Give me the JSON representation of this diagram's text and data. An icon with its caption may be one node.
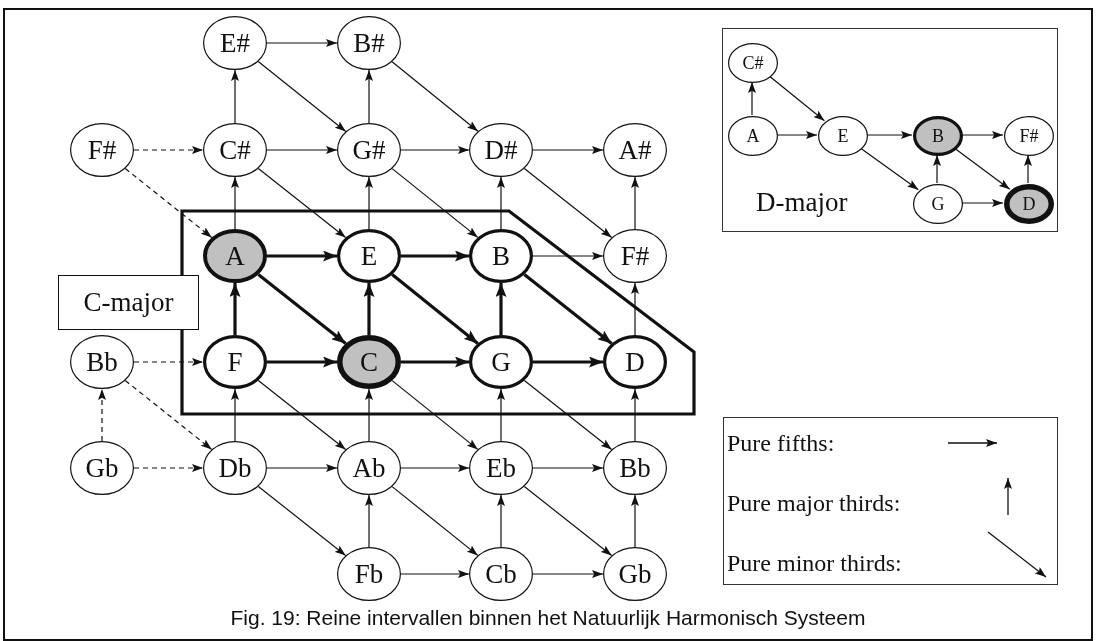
{
  "diagram": {
    "caption": "Fig. 19: Reine intervallen binnen het Natuurlijk Harmonisch Systeem",
    "nodes": [
      {
        "text": [
          "E#"
        ]
      },
      {
        "text": [
          "B#"
        ]
      },
      {
        "text": [
          "F#"
        ]
      },
      {
        "text": [
          "C#"
        ]
      },
      {
        "text": [
          "G#"
        ]
      },
      {
        "text": [
          "D#"
        ]
      },
      {
        "text": [
          "A#"
        ]
      },
      {
        "text": [
          "C-major"
        ]
      },
      {
        "text": [
          "A"
        ],
        "in": 7
      },
      {
        "text": [
          "E"
        ],
        "in": 7
      },
      {
        "text": [
          "B"
        ],
        "in": 7
      },
      {
        "text": [
          "F#"
        ]
      },
      {
        "text": [
          "Bb"
        ]
      },
      {
        "text": [
          "F"
        ],
        "in": 7
      },
      {
        "text": [
          "C"
        ],
        "in": 7
      },
      {
        "text": [
          "G"
        ],
        "in": 7
      },
      {
        "text": [
          "D"
        ],
        "in": 7
      },
      {
        "text": [
          "Gb"
        ]
      },
      {
        "text": [
          "Db"
        ]
      },
      {
        "text": [
          "Ab"
        ]
      },
      {
        "text": [
          "Eb"
        ]
      },
      {
        "text": [
          "Bb"
        ]
      },
      {
        "text": [
          "Fb"
        ]
      },
      {
        "text": [
          "Cb"
        ]
      },
      {
        "text": [
          "Gb"
        ]
      },
      {
        "text": [
          "D-major"
        ]
      },
      {
        "text": [
          "C#"
        ],
        "in": 25
      },
      {
        "text": [
          "A"
        ],
        "in": 25
      },
      {
        "text": [
          "E"
        ],
        "in": 25
      },
      {
        "text": [
          "B"
        ],
        "in": 25
      },
      {
        "text": [
          "F#"
        ],
        "in": 25
      },
      {
        "text": [
          "G"
        ],
        "in": 25
      },
      {
        "text": [
          "D"
        ],
        "in": 25
      }
    ],
    "edges": [
      {
        "from": 0,
        "to": 1,
        "arrow": "to"
      },
      {
        "from": 2,
        "to": 3,
        "arrow": "to",
        "style": "dashed"
      },
      {
        "from": 3,
        "to": 4,
        "arrow": "to"
      },
      {
        "from": 4,
        "to": 5,
        "arrow": "to"
      },
      {
        "from": 5,
        "to": 6,
        "arrow": "to"
      },
      {
        "from": 8,
        "to": 9,
        "arrow": "to",
        "style": "thick"
      },
      {
        "from": 9,
        "to": 10,
        "arrow": "to",
        "style": "thick"
      },
      {
        "from": 10,
        "to": 11,
        "arrow": "to"
      },
      {
        "from": 12,
        "to": 13,
        "arrow": "to",
        "style": "dashed"
      },
      {
        "from": 13,
        "to": 14,
        "arrow": "to",
        "style": "thick"
      },
      {
        "from": 14,
        "to": 15,
        "arrow": "to",
        "style": "thick"
      },
      {
        "from": 15,
        "to": 16,
        "arrow": "to",
        "style": "thick"
      },
      {
        "from": 17,
        "to": 18,
        "arrow": "to",
        "style": "dashed"
      },
      {
        "from": 18,
        "to": 19,
        "arrow": "to"
      },
      {
        "from": 19,
        "to": 20,
        "arrow": "to"
      },
      {
        "from": 20,
        "to": 21,
        "arrow": "to"
      },
      {
        "from": 22,
        "to": 23,
        "arrow": "to"
      },
      {
        "from": 23,
        "to": 24,
        "arrow": "to"
      },
      {
        "from": 3,
        "to": 0,
        "arrow": "to"
      },
      {
        "from": 4,
        "to": 1,
        "arrow": "to"
      },
      {
        "from": 8,
        "to": 3,
        "arrow": "to"
      },
      {
        "from": 9,
        "to": 4,
        "arrow": "to"
      },
      {
        "from": 10,
        "to": 5,
        "arrow": "to"
      },
      {
        "from": 11,
        "to": 6,
        "arrow": "to"
      },
      {
        "from": 13,
        "to": 8,
        "arrow": "to",
        "style": "thick"
      },
      {
        "from": 14,
        "to": 9,
        "arrow": "to",
        "style": "thick"
      },
      {
        "from": 15,
        "to": 10,
        "arrow": "to",
        "style": "thick"
      },
      {
        "from": 16,
        "to": 11,
        "arrow": "to"
      },
      {
        "from": 18,
        "to": 13,
        "arrow": "to"
      },
      {
        "from": 19,
        "to": 14,
        "arrow": "to"
      },
      {
        "from": 20,
        "to": 15,
        "arrow": "to"
      },
      {
        "from": 21,
        "to": 16,
        "arrow": "to"
      },
      {
        "from": 17,
        "to": 12,
        "arrow": "to",
        "style": "dashed"
      },
      {
        "from": 22,
        "to": 19,
        "arrow": "to"
      },
      {
        "from": 23,
        "to": 20,
        "arrow": "to"
      },
      {
        "from": 24,
        "to": 21,
        "arrow": "to"
      },
      {
        "from": 0,
        "to": 4,
        "arrow": "to"
      },
      {
        "from": 1,
        "to": 5,
        "arrow": "to"
      },
      {
        "from": 2,
        "to": 8,
        "arrow": "to",
        "style": "dashed"
      },
      {
        "from": 3,
        "to": 9,
        "arrow": "to"
      },
      {
        "from": 4,
        "to": 10,
        "arrow": "to"
      },
      {
        "from": 5,
        "to": 11,
        "arrow": "to"
      },
      {
        "from": 8,
        "to": 14,
        "arrow": "to",
        "style": "thick"
      },
      {
        "from": 9,
        "to": 15,
        "arrow": "to",
        "style": "thick"
      },
      {
        "from": 10,
        "to": 16,
        "arrow": "to",
        "style": "thick"
      },
      {
        "from": 12,
        "to": 18,
        "arrow": "to",
        "style": "dashed"
      },
      {
        "from": 13,
        "to": 19,
        "arrow": "to"
      },
      {
        "from": 14,
        "to": 20,
        "arrow": "to"
      },
      {
        "from": 15,
        "to": 21,
        "arrow": "to"
      },
      {
        "from": 18,
        "to": 22,
        "arrow": "to"
      },
      {
        "from": 19,
        "to": 23,
        "arrow": "to"
      },
      {
        "from": 20,
        "to": 24,
        "arrow": "to"
      },
      {
        "from": 27,
        "to": 26,
        "arrow": "to"
      },
      {
        "from": 26,
        "to": 28,
        "arrow": "to"
      },
      {
        "from": 27,
        "to": 28,
        "arrow": "to"
      },
      {
        "from": 28,
        "to": 29,
        "arrow": "to"
      },
      {
        "from": 29,
        "to": 30,
        "arrow": "to"
      },
      {
        "from": 28,
        "to": 31,
        "arrow": "to"
      },
      {
        "from": 31,
        "to": 29,
        "arrow": "to"
      },
      {
        "from": 29,
        "to": 32,
        "arrow": "to"
      },
      {
        "from": 31,
        "to": 32,
        "arrow": "to"
      },
      {
        "from": 32,
        "to": 30,
        "arrow": "to"
      }
    ],
    "legend": [
      {
        "text": "Pure fifths:"
      },
      {
        "text": "Pure major thirds:"
      },
      {
        "text": "Pure minor thirds:"
      }
    ]
  }
}
